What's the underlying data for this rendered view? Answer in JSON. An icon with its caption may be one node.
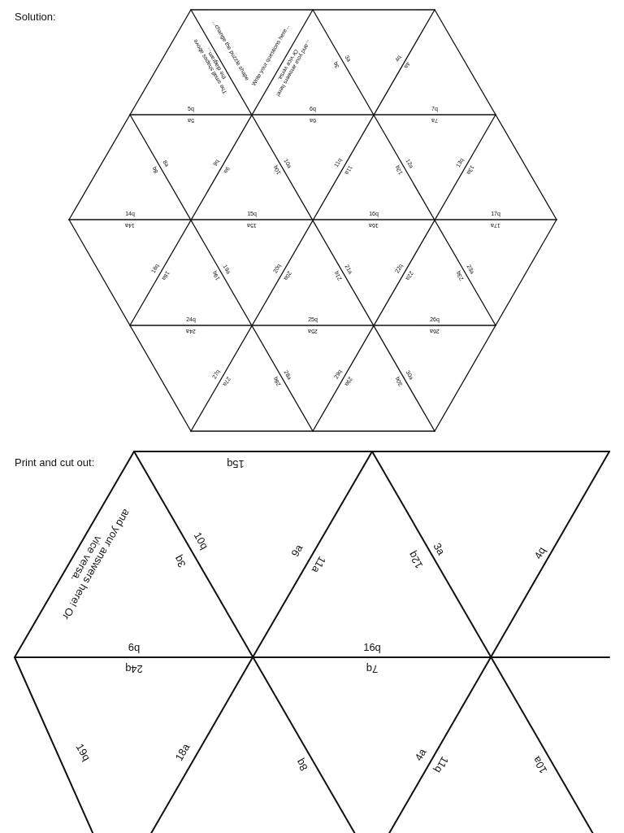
{
  "diagram": {
    "labels": [
      "Solution:",
      "The small shapes above the diagram...",
      "...change the puzzle shape",
      "Write your questions here...",
      "...and your answers here! Or vice versa.",
      "3a",
      "3q",
      "4q",
      "4a",
      "5q",
      "5a",
      "6q",
      "6a",
      "7q",
      "7a",
      "8a",
      "8q",
      "9q",
      "9a",
      "10a",
      "10q",
      "11q",
      "11a",
      "12a",
      "12q",
      "13q",
      "13a",
      "14q",
      "14a",
      "15q",
      "15a",
      "16q",
      "16a",
      "17q",
      "17a",
      "18q",
      "18a",
      "19a",
      "19q",
      "20q",
      "20a",
      "21a",
      "21q",
      "22q",
      "22a",
      "23a",
      "23q",
      "24q",
      "24a",
      "25q",
      "25a",
      "26q",
      "26a",
      "27q",
      "27a",
      "28a",
      "28q",
      "29q",
      "29a",
      "30a",
      "30q",
      "Print and cut out:",
      "15q",
      "and your answers here! Or vice versa.",
      "10q",
      "3q",
      "9a",
      "11a",
      "12q",
      "3a",
      "4q",
      "6q",
      "24q",
      "16q",
      "7q",
      "19q",
      "18a",
      "8q",
      "4a",
      "11q",
      "10a"
    ]
  }
}
